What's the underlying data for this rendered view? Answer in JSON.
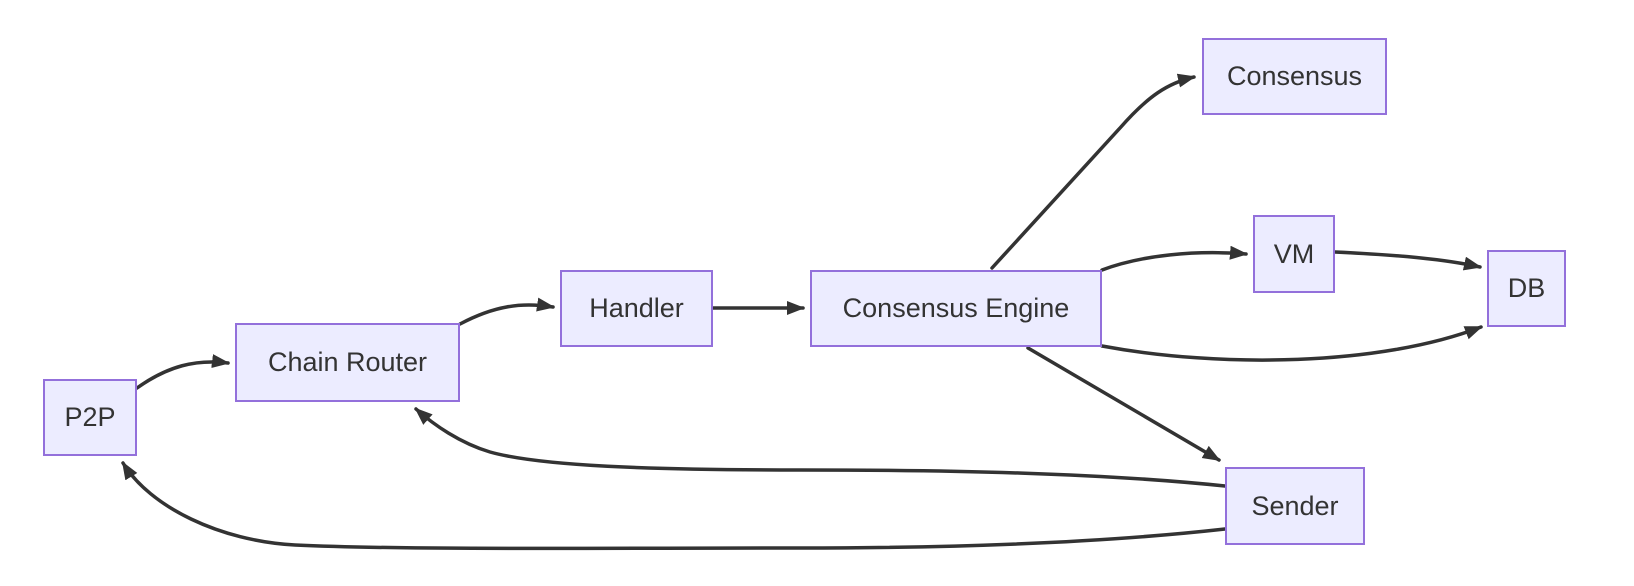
{
  "diagram": {
    "type": "flowchart",
    "direction": "left-to-right",
    "background_color": "#ffffff",
    "node_fill_color": "#ECECFF",
    "node_border_color": "#9370DB",
    "edge_color": "#333333",
    "text_color": "#333333",
    "nodes": [
      {
        "id": "p2p",
        "label": "P2P"
      },
      {
        "id": "chain-router",
        "label": "Chain Router"
      },
      {
        "id": "handler",
        "label": "Handler"
      },
      {
        "id": "consensus-engine",
        "label": "Consensus Engine"
      },
      {
        "id": "consensus",
        "label": "Consensus"
      },
      {
        "id": "vm",
        "label": "VM"
      },
      {
        "id": "db",
        "label": "DB"
      },
      {
        "id": "sender",
        "label": "Sender"
      }
    ],
    "edges": [
      {
        "from": "P2P",
        "to": "Chain Router"
      },
      {
        "from": "Chain Router",
        "to": "Handler"
      },
      {
        "from": "Handler",
        "to": "Consensus Engine"
      },
      {
        "from": "Consensus Engine",
        "to": "Consensus"
      },
      {
        "from": "Consensus Engine",
        "to": "VM"
      },
      {
        "from": "VM",
        "to": "DB"
      },
      {
        "from": "Consensus Engine",
        "to": "DB"
      },
      {
        "from": "Consensus Engine",
        "to": "Sender"
      },
      {
        "from": "Sender",
        "to": "Chain Router"
      },
      {
        "from": "Sender",
        "to": "P2P"
      }
    ]
  }
}
